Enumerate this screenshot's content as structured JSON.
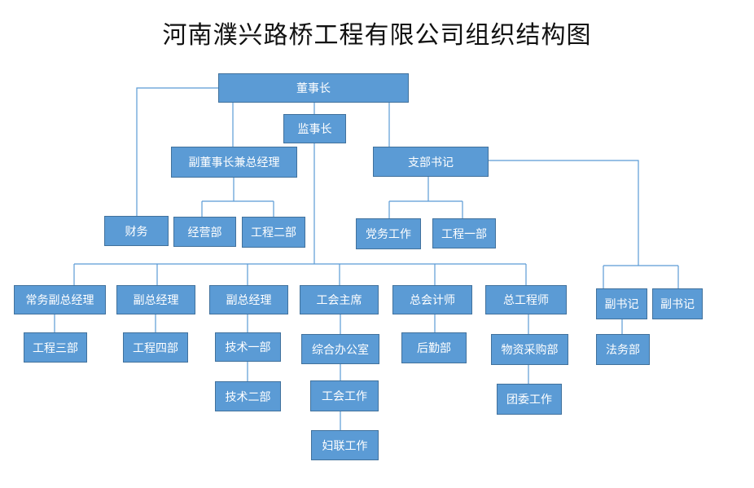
{
  "title": "河南濮兴路桥工程有限公司组织结构图",
  "colors": {
    "box_fill": "#5b9bd5",
    "box_border": "#41719c",
    "line": "#5b9bd5",
    "text": "#ffffff"
  },
  "nodes": {
    "chairman": "董事长",
    "supervisor": "监事长",
    "vice_chairman_gm": "副董事长兼总经理",
    "branch_secretary": "支部书记",
    "finance": "财务",
    "business_dept": "经营部",
    "engineering_dept_2": "工程二部",
    "party_work": "党务工作",
    "engineering_dept_1": "工程一部",
    "executive_deputy_gm": "常务副总经理",
    "deputy_gm_a": "副总经理",
    "deputy_gm_b": "副总经理",
    "union_chairman": "工会主席",
    "chief_accountant": "总会计师",
    "chief_engineer": "总工程师",
    "deputy_secretary_a": "副书记",
    "deputy_secretary_b": "副书记",
    "engineering_dept_3": "工程三部",
    "engineering_dept_4": "工程四部",
    "tech_dept_1": "技术一部",
    "tech_dept_2": "技术二部",
    "general_office": "综合办公室",
    "union_work": "工会工作",
    "women_federation": "妇联工作",
    "logistics_dept": "后勤部",
    "procurement_dept": "物资采购部",
    "youth_league": "团委工作",
    "legal_dept": "法务部"
  }
}
